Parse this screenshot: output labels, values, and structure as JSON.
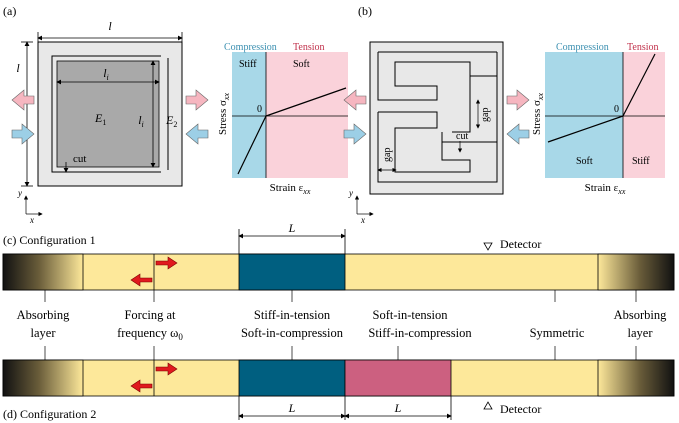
{
  "panel_a": {
    "label": "(a)",
    "dim_l": "l",
    "dim_li": "l",
    "dim_li_sub": "i",
    "E1": "E",
    "E1_sub": "1",
    "E2": "E",
    "E2_sub": "2",
    "cut": "cut",
    "axis_y": "y",
    "axis_x": "x"
  },
  "plot_a": {
    "compression": "Compression",
    "tension": "Tension",
    "left_region": "Stiff",
    "right_region": "Soft",
    "origin": "0",
    "ylabel": "Stress σ",
    "ylabel_sub": "xx",
    "xlabel": "Strain ε",
    "xlabel_sub": "xx"
  },
  "panel_b": {
    "label": "(b)",
    "gap_top": "gap",
    "gap_bottom": "gap",
    "cut": "cut",
    "axis_y": "y",
    "axis_x": "x"
  },
  "plot_b": {
    "compression": "Compression",
    "tension": "Tension",
    "left_region": "Soft",
    "right_region": "Stiff",
    "origin": "0",
    "ylabel": "Stress σ",
    "ylabel_sub": "xx",
    "xlabel": "Strain ε",
    "xlabel_sub": "xx"
  },
  "config1": {
    "title": "(c) Configuration 1",
    "length": "L",
    "detector": "Detector"
  },
  "config2": {
    "title": "(d) Configuration 2",
    "length_1": "L",
    "length_2": "L",
    "detector": "Detector"
  },
  "labels": {
    "absorbing_left_1": "Absorbing",
    "absorbing_left_2": "layer",
    "forcing_1": "Forcing at",
    "forcing_2": "frequency ω",
    "forcing_sub": "0",
    "stiff_tension": "Stiff-in-tension",
    "soft_compression": "Soft-in-compression",
    "soft_tension": "Soft-in-tension",
    "stiff_compression": "Stiff-in-compression",
    "symmetric": "Symmetric",
    "absorbing_right_1": "Absorbing",
    "absorbing_right_2": "layer"
  },
  "colors": {
    "tube": "#fde89a",
    "stiff_tension_block": "#005f80",
    "soft_tension_block": "#cc6080",
    "compression_bg": "#a8d8e8",
    "tension_bg": "#fad2da",
    "compression_text": "#3a8fb0",
    "tension_text": "#c0304a",
    "arrow_red": "#e0191e",
    "pink_arrow": "#f6b6c0",
    "blue_arrow": "#9ccfe6"
  }
}
